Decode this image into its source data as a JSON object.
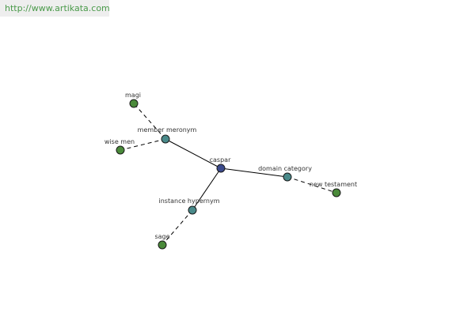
{
  "watermark": {
    "text": "http://www.artikata.com"
  },
  "graph": {
    "center": {
      "id": "caspar",
      "label": "caspar"
    },
    "nodes": [
      {
        "id": "caspar",
        "label": "caspar",
        "kind": "center"
      },
      {
        "id": "member-meronym",
        "label": "member meronym",
        "kind": "relation"
      },
      {
        "id": "domain-category",
        "label": "domain category",
        "kind": "relation"
      },
      {
        "id": "instance-hypernym",
        "label": "instance hypernym",
        "kind": "relation"
      },
      {
        "id": "magi",
        "label": "magi",
        "kind": "term"
      },
      {
        "id": "wise-men",
        "label": "wise men",
        "kind": "term"
      },
      {
        "id": "new-testament",
        "label": "new testament",
        "kind": "term"
      },
      {
        "id": "sage",
        "label": "sage",
        "kind": "term"
      }
    ],
    "edges": [
      {
        "from": "caspar",
        "to": "member-meronym",
        "style": "solid"
      },
      {
        "from": "caspar",
        "to": "domain-category",
        "style": "solid"
      },
      {
        "from": "caspar",
        "to": "instance-hypernym",
        "style": "solid"
      },
      {
        "from": "member-meronym",
        "to": "magi",
        "style": "dashed"
      },
      {
        "from": "member-meronym",
        "to": "wise-men",
        "style": "dashed"
      },
      {
        "from": "domain-category",
        "to": "new-testament",
        "style": "dashed"
      },
      {
        "from": "instance-hypernym",
        "to": "sage",
        "style": "dashed"
      }
    ],
    "colors": {
      "center": "#3b4a8c",
      "relation": "#4a8a8a",
      "term": "#4a8a3a",
      "edge": "#000000",
      "watermark_text": "#4a9a4a"
    }
  }
}
